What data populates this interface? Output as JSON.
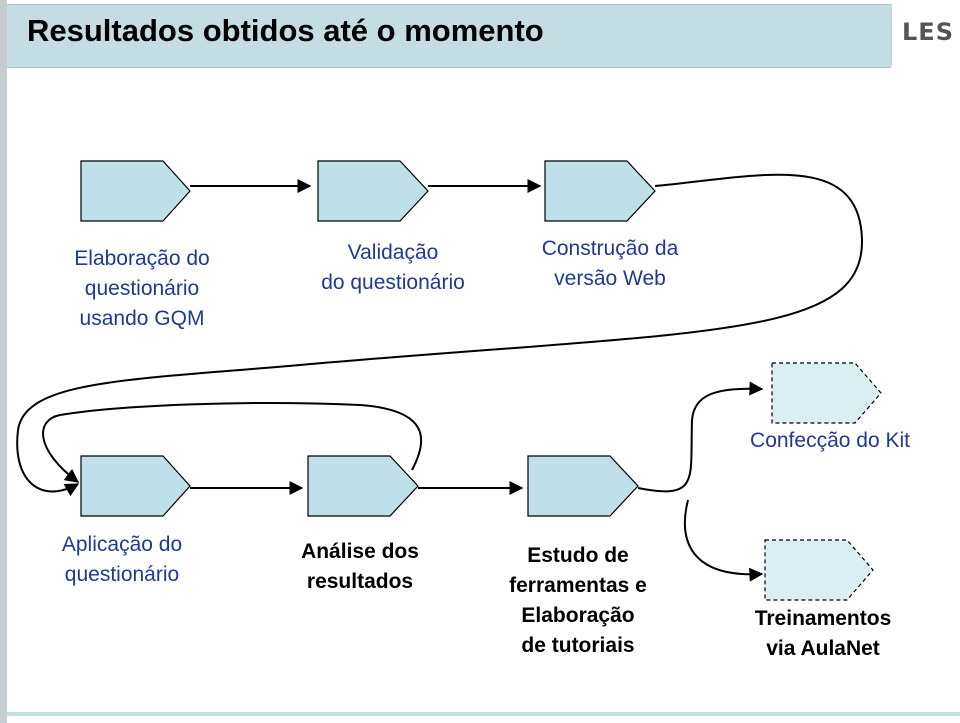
{
  "header": {
    "title": "Resultados obtidos até o momento",
    "logo": "LES"
  },
  "steps": [
    {
      "label": "Elaboração do\nquestionário\nusando GQM",
      "style": "done"
    },
    {
      "label": "Validação\ndo questionário",
      "style": "done"
    },
    {
      "label": "Construção da\nversão Web",
      "style": "done"
    },
    {
      "label": "Confecção do Kit",
      "style": "pending"
    },
    {
      "label": "Aplicação do\nquestionário",
      "style": "done"
    },
    {
      "label": "Análise dos\nresultados",
      "style": "done"
    },
    {
      "label": "Estudo de\nferramentas e\nElaboração\nde tutoriais",
      "style": "done"
    },
    {
      "label": "Treinamentos\nvia AulaNet",
      "style": "pending"
    }
  ],
  "colors": {
    "shape_fill": "#bfe0e8",
    "pending_fill": "#dbeef2",
    "text_blue": "#1f3a93",
    "title_bar": "#c3dde3"
  }
}
